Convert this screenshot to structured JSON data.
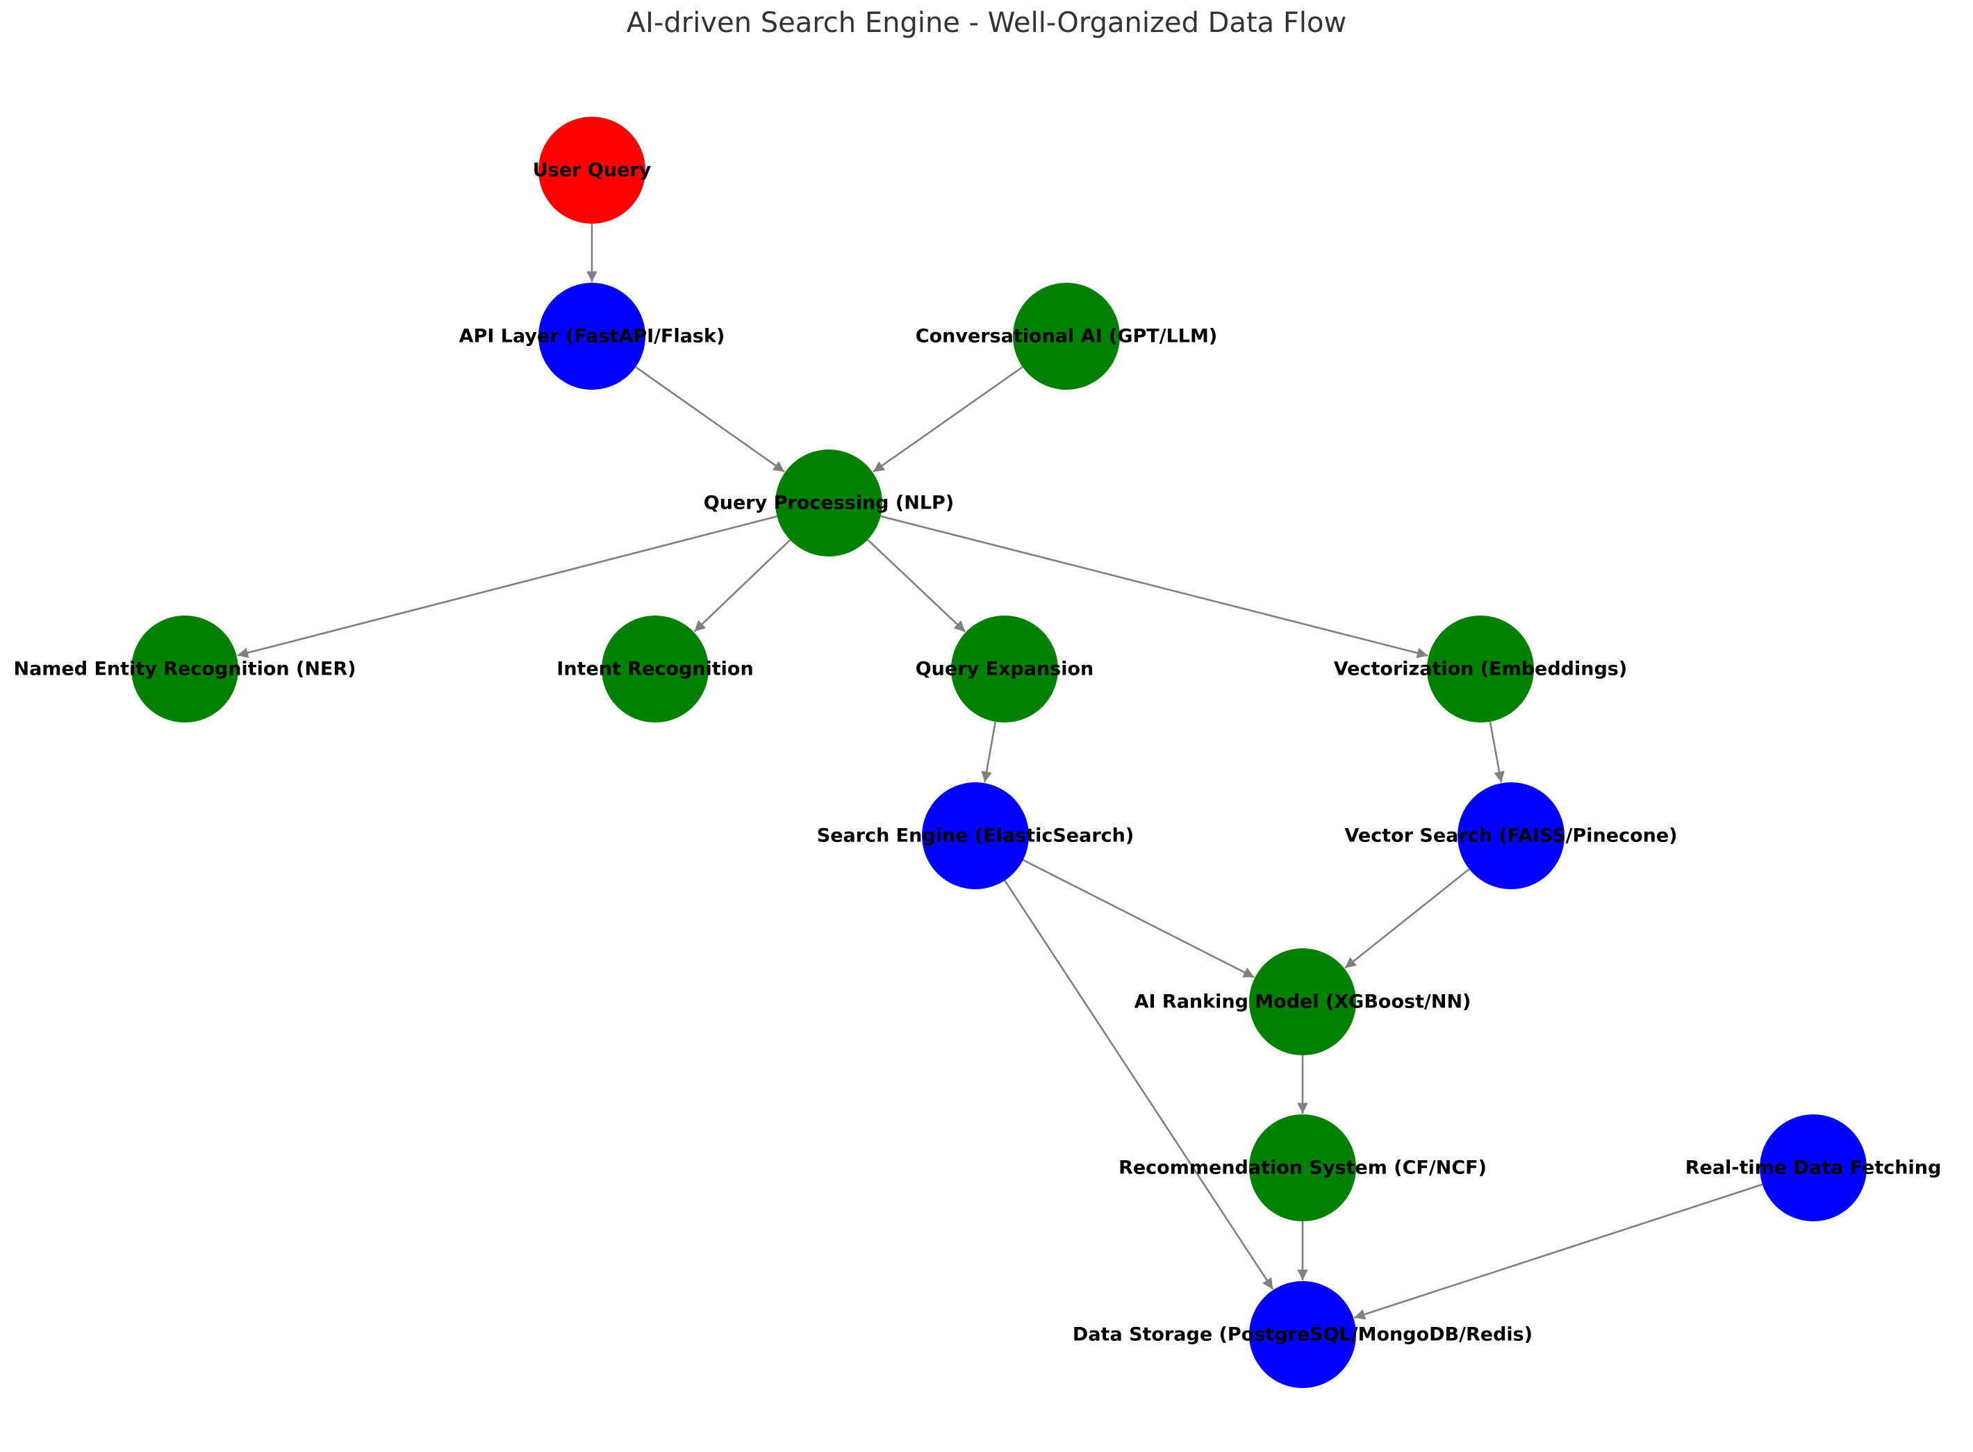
{
  "title": "AI-driven Search Engine - Well-Organized Data Flow",
  "colors": {
    "input": "#ff0000",
    "service": "#0000ff",
    "ai": "#008000",
    "edge": "#808080"
  },
  "nodes": [
    {
      "id": "user_query",
      "label": "User Query",
      "kind": "input"
    },
    {
      "id": "api_layer",
      "label": "API Layer (FastAPI/Flask)",
      "kind": "service"
    },
    {
      "id": "conversational_ai",
      "label": "Conversational AI (GPT/LLM)",
      "kind": "ai"
    },
    {
      "id": "query_processing",
      "label": "Query Processing (NLP)",
      "kind": "ai"
    },
    {
      "id": "ner",
      "label": "Named Entity Recognition (NER)",
      "kind": "ai"
    },
    {
      "id": "intent",
      "label": "Intent Recognition",
      "kind": "ai"
    },
    {
      "id": "query_expansion",
      "label": "Query Expansion",
      "kind": "ai"
    },
    {
      "id": "vectorization",
      "label": "Vectorization (Embeddings)",
      "kind": "ai"
    },
    {
      "id": "search_engine",
      "label": "Search Engine (ElasticSearch)",
      "kind": "service"
    },
    {
      "id": "vector_search",
      "label": "Vector Search (FAISS/Pinecone)",
      "kind": "service"
    },
    {
      "id": "ranking",
      "label": "AI Ranking Model (XGBoost/NN)",
      "kind": "ai"
    },
    {
      "id": "recommendation",
      "label": "Recommendation System (CF/NCF)",
      "kind": "ai"
    },
    {
      "id": "realtime",
      "label": "Real-time Data Fetching",
      "kind": "service"
    },
    {
      "id": "storage",
      "label": "Data Storage (PostgreSQL/MongoDB/Redis)",
      "kind": "service"
    }
  ],
  "edges": [
    {
      "from": "user_query",
      "to": "api_layer"
    },
    {
      "from": "api_layer",
      "to": "query_processing"
    },
    {
      "from": "conversational_ai",
      "to": "query_processing"
    },
    {
      "from": "query_processing",
      "to": "ner"
    },
    {
      "from": "query_processing",
      "to": "intent"
    },
    {
      "from": "query_processing",
      "to": "query_expansion"
    },
    {
      "from": "query_processing",
      "to": "vectorization"
    },
    {
      "from": "query_expansion",
      "to": "search_engine"
    },
    {
      "from": "vectorization",
      "to": "vector_search"
    },
    {
      "from": "search_engine",
      "to": "ranking"
    },
    {
      "from": "vector_search",
      "to": "ranking"
    },
    {
      "from": "search_engine",
      "to": "storage"
    },
    {
      "from": "ranking",
      "to": "recommendation"
    },
    {
      "from": "recommendation",
      "to": "storage"
    },
    {
      "from": "realtime",
      "to": "storage"
    }
  ]
}
